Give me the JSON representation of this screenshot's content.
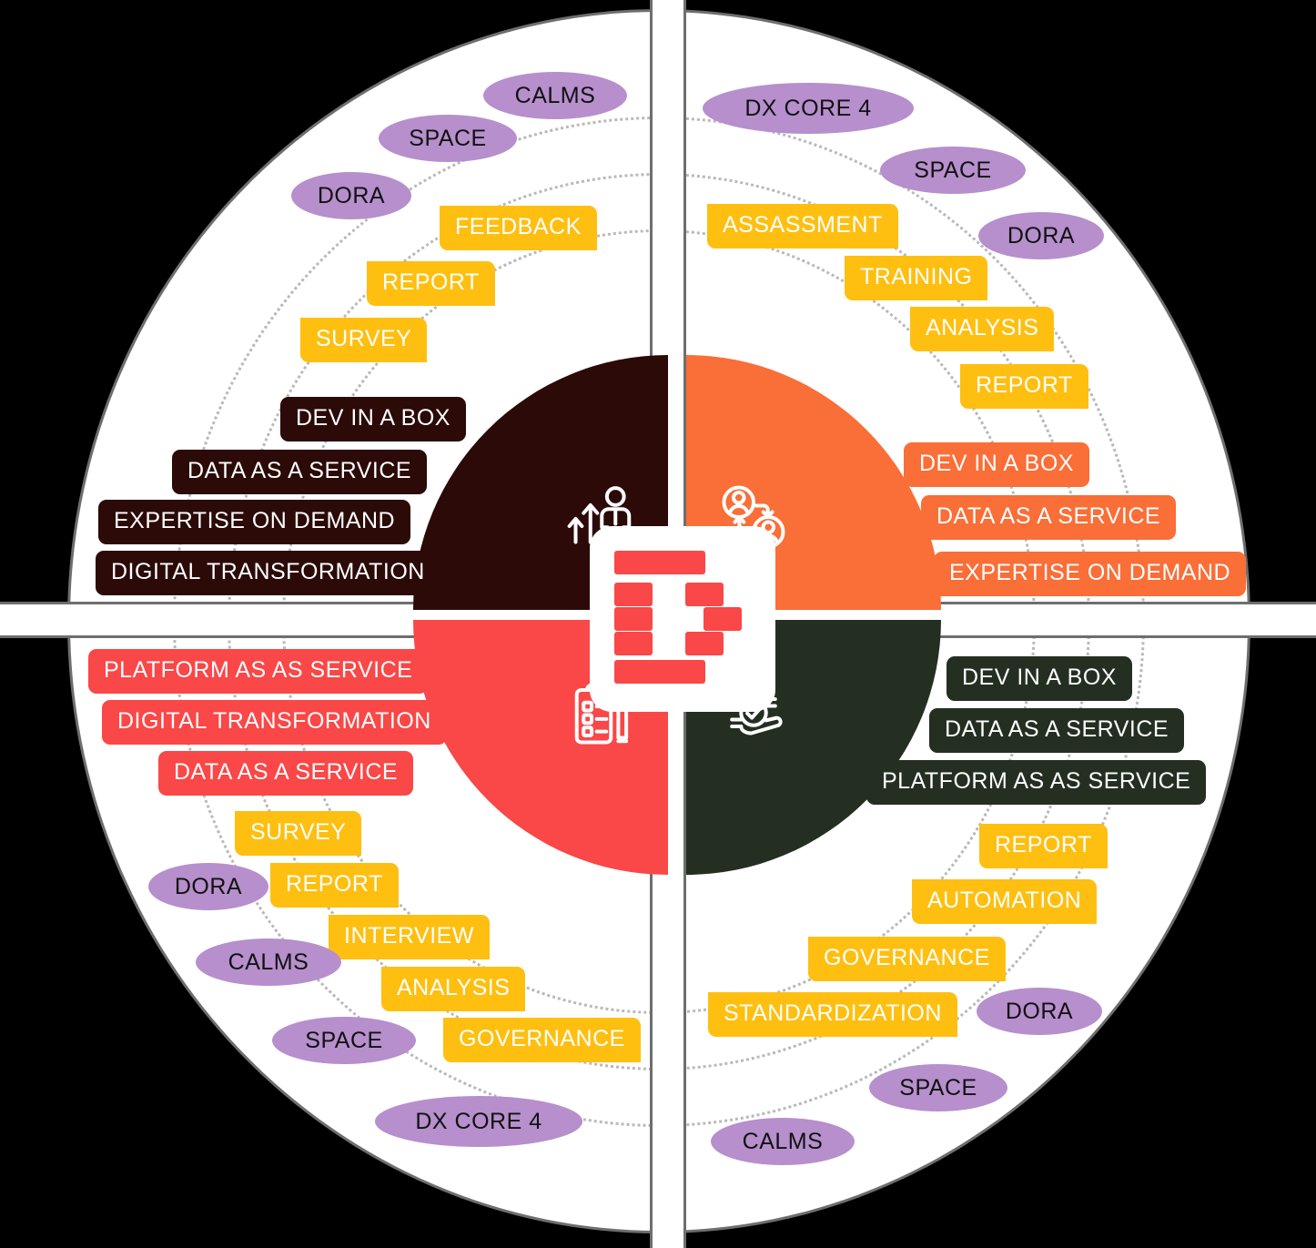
{
  "diagram": {
    "title": "Four-quadrant service wheel",
    "colors": {
      "culture": "#2b0a08",
      "collaboration": "#fa6e37",
      "assessment": "#fa4747",
      "quality": "#242f22",
      "yellow": "#febf11",
      "purple": "#b68fcc",
      "disc": "#ffffff",
      "background": "#000000"
    },
    "center": {
      "logo_name": "company-logo"
    },
    "quadrants": [
      {
        "id": "top-left",
        "icon": "person-growth-icon",
        "color": "#2b0a08",
        "service_pills": [
          {
            "label": "DEV IN A BOX"
          },
          {
            "label": "DATA AS A SERVICE"
          },
          {
            "label": "EXPERTISE ON DEMAND"
          },
          {
            "label": "DIGITAL TRANSFORMATION"
          }
        ],
        "activity_pills": [
          {
            "label": "FEEDBACK"
          },
          {
            "label": "REPORT"
          },
          {
            "label": "SURVEY"
          }
        ],
        "framework_ellipses": [
          {
            "label": "CALMS"
          },
          {
            "label": "SPACE"
          },
          {
            "label": "DORA"
          }
        ]
      },
      {
        "id": "top-right",
        "icon": "user-exchange-icon",
        "color": "#fa6e37",
        "service_pills": [
          {
            "label": "DEV IN A BOX"
          },
          {
            "label": "DATA AS A SERVICE"
          },
          {
            "label": "EXPERTISE ON DEMAND"
          }
        ],
        "activity_pills": [
          {
            "label": "ASSASSMENT"
          },
          {
            "label": "TRAINING"
          },
          {
            "label": "ANALYSIS"
          },
          {
            "label": "REPORT"
          }
        ],
        "framework_ellipses": [
          {
            "label": "DX CORE 4"
          },
          {
            "label": "SPACE"
          },
          {
            "label": "DORA"
          }
        ]
      },
      {
        "id": "bottom-left",
        "icon": "clipboard-checklist-pencil-icon",
        "color": "#fa4747",
        "service_pills": [
          {
            "label": "PLATFORM AS AS SERVICE"
          },
          {
            "label": "DIGITAL TRANSFORMATION"
          },
          {
            "label": "DATA AS A SERVICE"
          }
        ],
        "activity_pills": [
          {
            "label": "SURVEY"
          },
          {
            "label": "REPORT"
          },
          {
            "label": "INTERVIEW"
          },
          {
            "label": "ANALYSIS"
          },
          {
            "label": "GOVERNANCE"
          }
        ],
        "framework_ellipses": [
          {
            "label": "DORA"
          },
          {
            "label": "CALMS"
          },
          {
            "label": "SPACE"
          },
          {
            "label": "DX CORE 4"
          }
        ]
      },
      {
        "id": "bottom-right",
        "icon": "hands-quality-check-icon",
        "color": "#242f22",
        "service_pills": [
          {
            "label": "DEV IN A BOX"
          },
          {
            "label": "DATA AS A SERVICE"
          },
          {
            "label": "PLATFORM AS AS SERVICE"
          }
        ],
        "activity_pills": [
          {
            "label": "REPORT"
          },
          {
            "label": "AUTOMATION"
          },
          {
            "label": "GOVERNANCE"
          },
          {
            "label": "STANDARDIZATION"
          }
        ],
        "framework_ellipses": [
          {
            "label": "DORA"
          },
          {
            "label": "SPACE"
          },
          {
            "label": "CALMS"
          }
        ]
      }
    ]
  }
}
